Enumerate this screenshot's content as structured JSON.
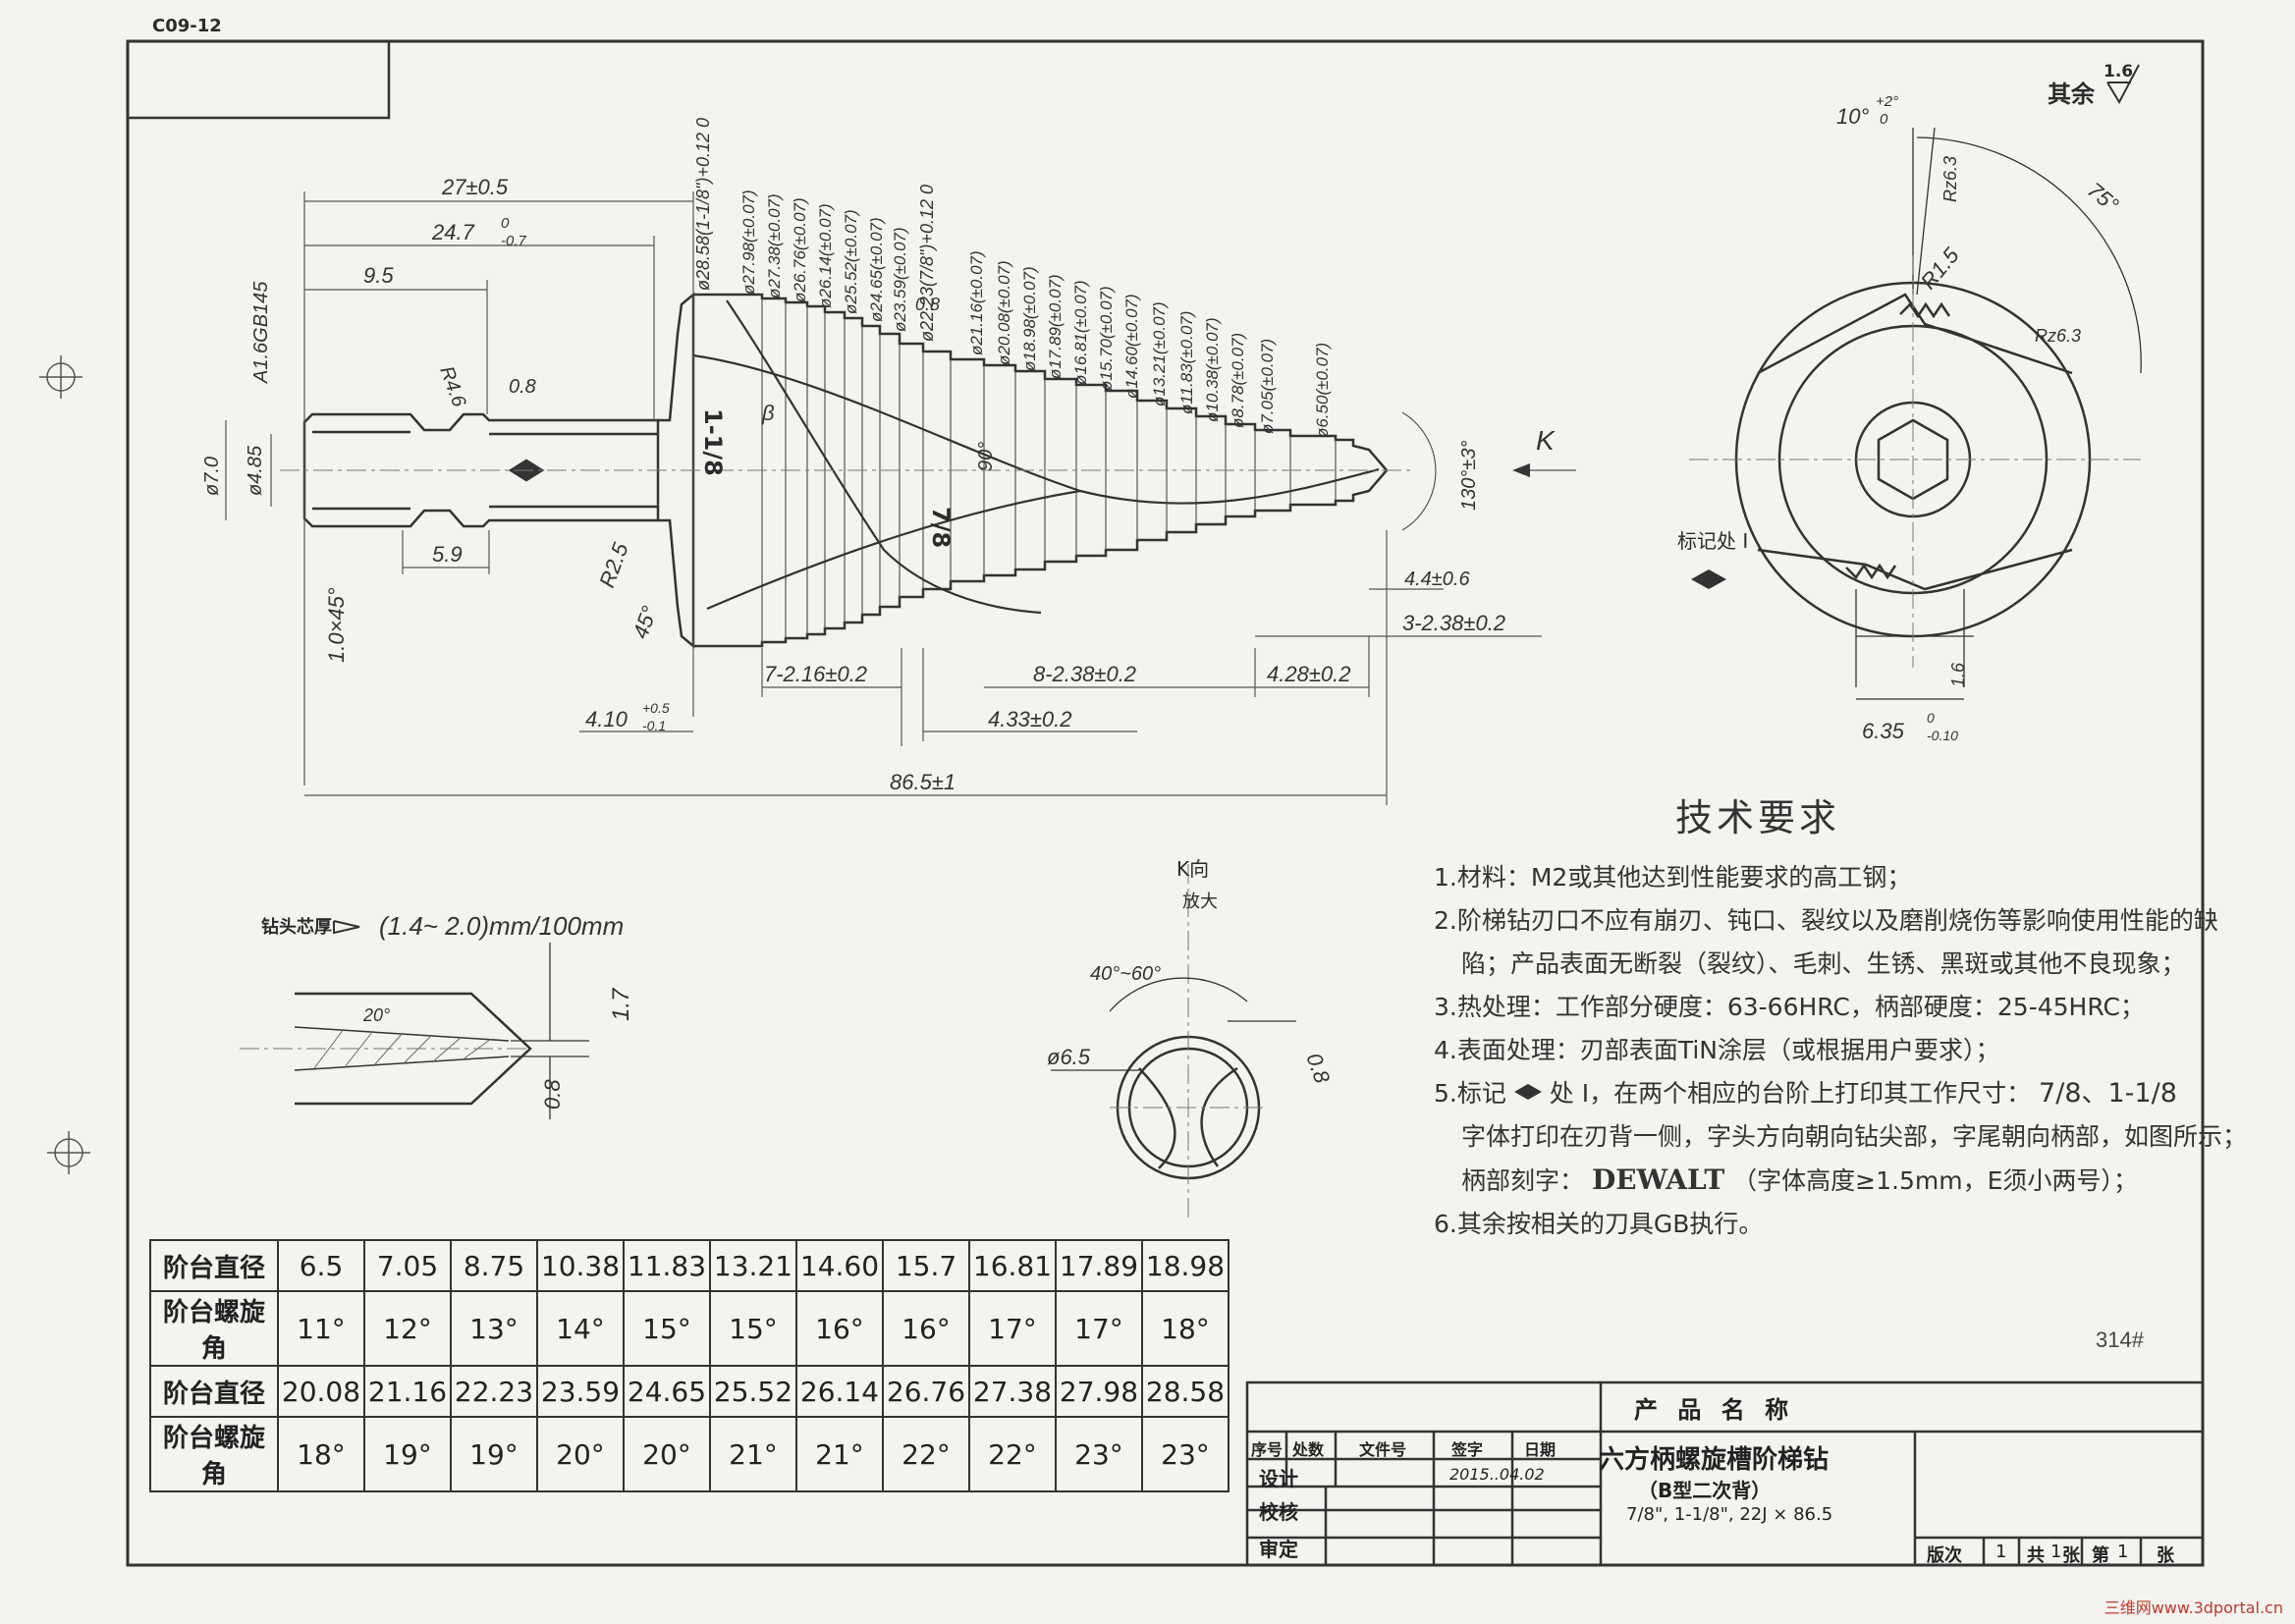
{
  "doc_code": "C09-12",
  "sheet_no": "314#",
  "surface_roughness": {
    "label": "其余",
    "value": "1.6"
  },
  "drill_dims": {
    "d27": "27±0.5",
    "d24": "24.7",
    "d24_tol_up": "0",
    "d24_tol_low": "-0.7",
    "d95": "9.5",
    "gb": "A1.6GB145",
    "r46": "R4.6",
    "r08": "0.8",
    "phi7": "ø7.0",
    "phi485": "ø4.85",
    "d59": "5.9",
    "chamfer": "1.0×45°",
    "r25": "R2.5",
    "a45": "45°",
    "d410": "4.10",
    "d410_tol_up": "+0.5",
    "d410_tol_low": "-0.1",
    "d7216": "7-2.16±0.2",
    "d433": "4.33±0.2",
    "d8238": "8-2.38±0.2",
    "d428": "4.28±0.2",
    "d3238": "3-2.38±0.2",
    "d44": "4.4±0.6",
    "total": "86.5±1",
    "angle130": "130°±3°",
    "k_label": "K",
    "mark_118": "1-1/8",
    "mark_78": "7/8",
    "beta": "β",
    "a90": "90°",
    "r08b": "0.8"
  },
  "step_diameters": [
    "ø28.58(1-1/8\")+0.12 0",
    "ø27.98(±0.07)",
    "ø27.38(±0.07)",
    "ø26.76(±0.07)",
    "ø26.14(±0.07)",
    "ø25.52(±0.07)",
    "ø24.65(±0.07)",
    "ø23.59(±0.07)",
    "ø22.23(7/8\")+0.12 0",
    "ø21.16(±0.07)",
    "ø20.08(±0.07)",
    "ø18.98(±0.07)",
    "ø17.89(±0.07)",
    "ø16.81(±0.07)",
    "ø15.70(±0.07)",
    "ø14.60(±0.07)",
    "ø13.21(±0.07)",
    "ø11.83(±0.07)",
    "ø10.38(±0.07)",
    "ø8.78(±0.07)",
    "ø7.05(±0.07)",
    "ø6.50(±0.07)"
  ],
  "section_view": {
    "angle": "10°",
    "angle_tol_up": "+2°",
    "angle_tol_low": "0",
    "rz263a": "Rz6.3",
    "rz263b": "Rz6.3",
    "r15": "R1.5",
    "a75": "75°",
    "mark_label": "标记处 I",
    "ra16": "1.6",
    "hex": "6.35",
    "hex_tol_up": "0",
    "hex_tol_low": "-0.10"
  },
  "tip_view": {
    "label": "钻头芯厚",
    "thickness": "(1.4~ 2.0)mm/100mm",
    "a20": "20°",
    "d17": "1.7",
    "d08": "0.8"
  },
  "k_view": {
    "title": "K向",
    "sub": "放大",
    "angle": "40°~60°",
    "phi": "ø6.5",
    "d08": "0.8"
  },
  "requirements": {
    "title": "技术要求",
    "items": [
      "1.材料：M2或其他达到性能要求的高工钢；",
      "2.阶梯钻刃口不应有崩刃、钝口、裂纹以及磨削烧伤等影响使用性能的缺",
      "陷；产品表面无断裂（裂纹）、毛刺、生锈、黑斑或其他不良现象；",
      "3.热处理：工作部分硬度：63-66HRC，柄部硬度：25-45HRC；",
      "4.表面处理：刃部表面TiN涂层（或根据用户要求）；",
      "5.标记",
      "处 I，在两个相应的台阶上打印其工作尺寸：",
      "7/8、1-1/8",
      "字体打印在刃背一侧，字头方向朝向钻尖部，字尾朝向柄部，如图所示；",
      "柄部刻字：",
      "DEWALT",
      "（字体高度≥1.5mm，E须小两号）；",
      "6.其余按相关的刀具GB执行。"
    ]
  },
  "step_table": {
    "labels": [
      "阶台直径",
      "阶台螺旋角",
      "阶台直径",
      "阶台螺旋角"
    ],
    "rows": [
      [
        "6.5",
        "7.05",
        "8.75",
        "10.38",
        "11.83",
        "13.21",
        "14.60",
        "15.7",
        "16.81",
        "17.89",
        "18.98"
      ],
      [
        "11°",
        "12°",
        "13°",
        "14°",
        "15°",
        "15°",
        "16°",
        "16°",
        "17°",
        "17°",
        "18°"
      ],
      [
        "20.08",
        "21.16",
        "22.23",
        "23.59",
        "24.65",
        "25.52",
        "26.14",
        "26.76",
        "27.38",
        "27.98",
        "28.58"
      ],
      [
        "18°",
        "19°",
        "19°",
        "20°",
        "20°",
        "21°",
        "21°",
        "22°",
        "22°",
        "23°",
        "23°"
      ]
    ]
  },
  "title_block": {
    "product_name_label": "产 品 名 称",
    "col_headers": [
      "序号",
      "处数",
      "文件号",
      "签字",
      "日期"
    ],
    "design": "设计",
    "date": "2015..04.02",
    "check": "校核",
    "approve": "审定",
    "product_name": "六方柄螺旋槽阶梯钻",
    "product_type": "（B型二次背）",
    "product_spec": "7/8\", 1-1/8\", 22J × 86.5",
    "version_label": "版次",
    "version": "1",
    "total_label": "共",
    "total": "1",
    "sheet_label": "张",
    "page_label": "第",
    "page": "1",
    "page_unit": "张"
  },
  "watermark": "三维网www.3dportal.cn"
}
